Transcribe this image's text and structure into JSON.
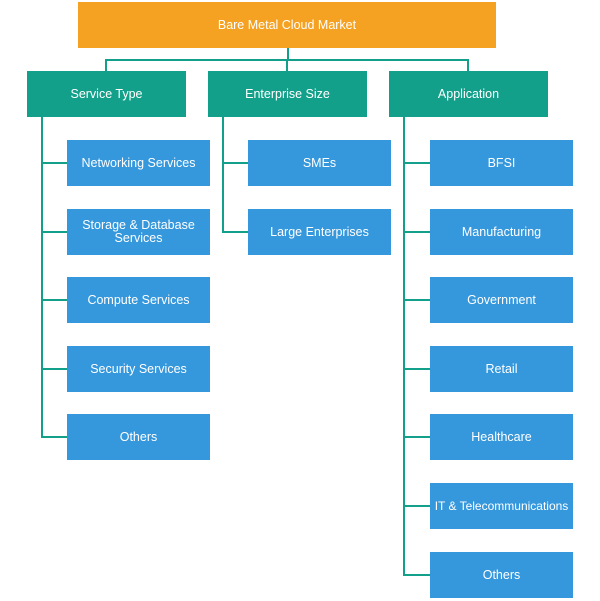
{
  "root": {
    "label": "Bare Metal Cloud Market"
  },
  "categories": [
    {
      "label": "Service Type",
      "items": [
        "Networking Services",
        "Storage & Database Services",
        "Compute Services",
        "Security Services",
        "Others"
      ]
    },
    {
      "label": "Enterprise Size",
      "items": [
        "SMEs",
        "Large Enterprises"
      ]
    },
    {
      "label": "Application",
      "items": [
        "BFSI",
        "Manufacturing",
        "Government",
        "Retail",
        "Healthcare",
        "IT & Telecommunications",
        "Others"
      ]
    }
  ],
  "colors": {
    "root": "#f5a121",
    "category": "#12a08a",
    "leaf": "#3597dc",
    "connector": "#12a08a"
  }
}
